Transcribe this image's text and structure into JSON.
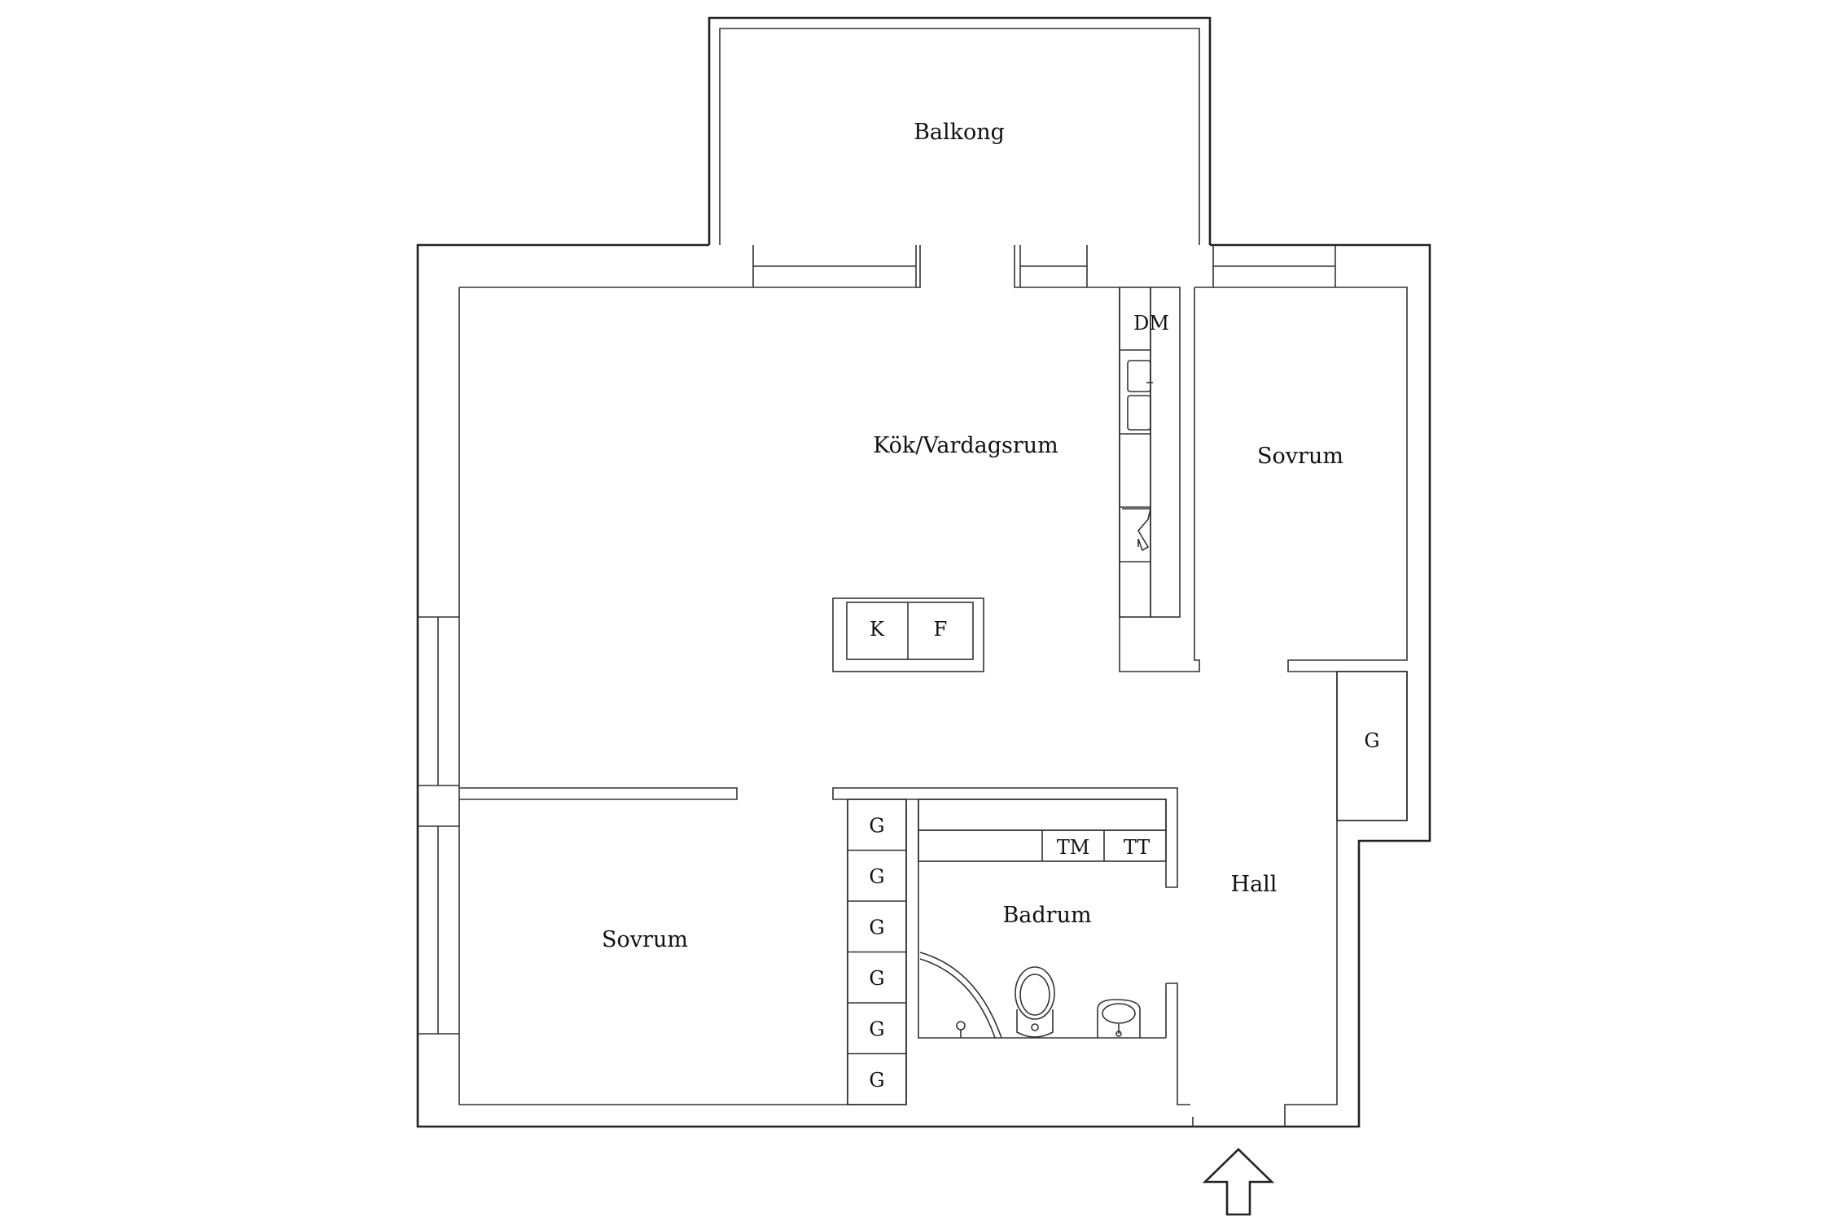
{
  "rooms": {
    "balcony": "Balkong",
    "living": "Kök/Vardagsrum",
    "bedroom_right": "Sovrum",
    "bedroom_left": "Sovrum",
    "bathroom": "Badrum",
    "hall": "Hall"
  },
  "fixtures": {
    "dishwasher": "DM",
    "island_k": "K",
    "island_f": "F",
    "wardrobe_hall": "G",
    "washer": "TM",
    "dryer": "TT",
    "wardrobes_bedroom": [
      "G",
      "G",
      "G",
      "G",
      "G",
      "G"
    ]
  },
  "icons": {
    "entrance": "entrance-arrow-icon",
    "toilet": "toilet-icon",
    "sink": "sink-icon",
    "kitchen_sink": "kitchen-sink-icon",
    "stove": "stove-icon",
    "shower": "shower-icon"
  }
}
